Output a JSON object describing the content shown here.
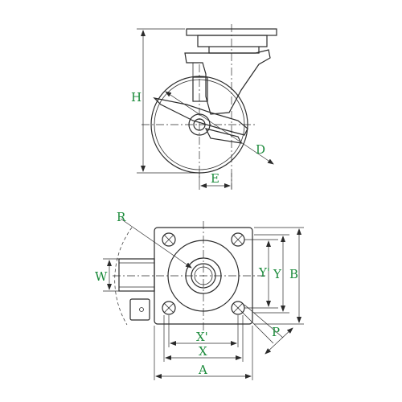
{
  "labels": {
    "H": "H",
    "D": "D",
    "E": "E",
    "R": "R",
    "W": "W",
    "Y_prime": "Y'",
    "Y": "Y",
    "B": "B",
    "X_prime": "X'",
    "X": "X",
    "A": "A",
    "P": "P"
  },
  "colors": {
    "label": "#1a8a3a",
    "line": "#2b2b2b",
    "background": "#ffffff"
  }
}
